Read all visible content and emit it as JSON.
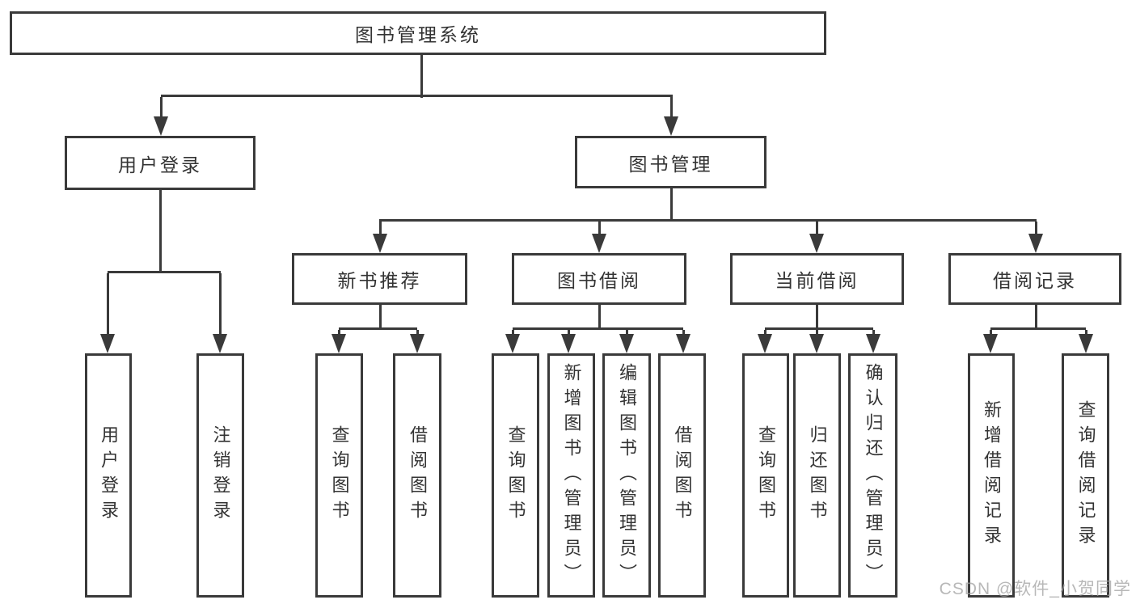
{
  "diagram": {
    "root": "图书管理系统",
    "branches": {
      "user_login": "用户登录",
      "book_management": "图书管理",
      "new_book_recommend": "新书推荐",
      "book_borrowing": "图书借阅",
      "current_borrowing": "当前借阅",
      "borrowing_records": "借阅记录"
    },
    "leaves": {
      "user_login": "用户登录",
      "logout": "注销登录",
      "query_books_recommend": "查询图书",
      "borrow_books_recommend": "借阅图书",
      "query_books_borrowing": "查询图书",
      "add_books_admin": "新增图书（管理员）",
      "edit_books_admin": "编辑图书（管理员）",
      "borrow_books_borrowing": "借阅图书",
      "query_books_current": "查询图书",
      "return_books": "归还图书",
      "confirm_return_admin": "确认归还（管理员）",
      "add_borrow_record": "新增借阅记录",
      "query_borrow_record": "查询借阅记录"
    },
    "hierarchy": {
      "图书管理系统": {
        "用户登录": [
          "用户登录",
          "注销登录"
        ],
        "图书管理": {
          "新书推荐": [
            "查询图书",
            "借阅图书"
          ],
          "图书借阅": [
            "查询图书",
            "新增图书（管理员）",
            "编辑图书（管理员）",
            "借阅图书"
          ],
          "当前借阅": [
            "查询图书",
            "归还图书",
            "确认归还（管理员）"
          ],
          "借阅记录": [
            "新增借阅记录",
            "查询借阅记录"
          ]
        }
      }
    }
  },
  "watermark": "CSDN @软件_小贺同学",
  "colors": {
    "line": "#3a3a3a",
    "text": "#333333",
    "background": "#ffffff",
    "watermark": "#a0a0a0"
  }
}
